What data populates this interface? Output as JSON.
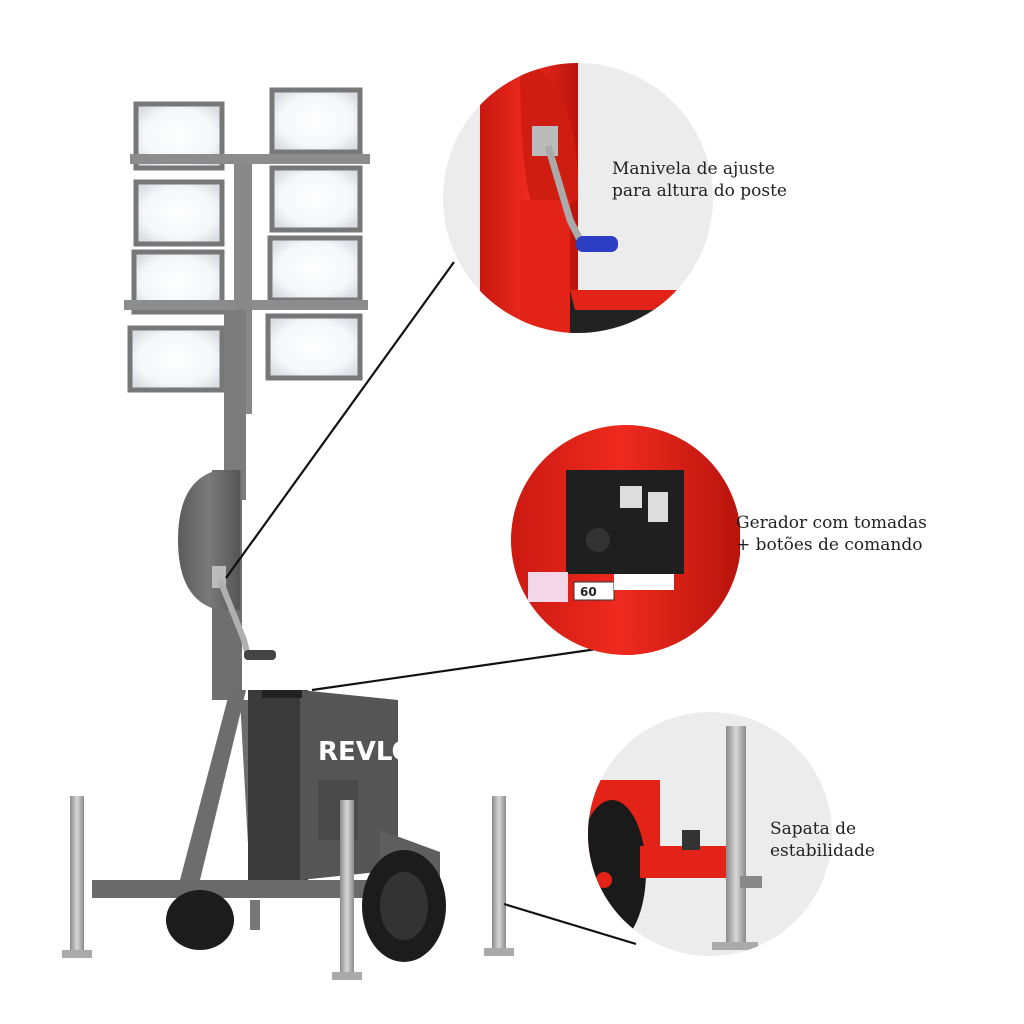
{
  "brand": {
    "logo_text": "REVLO"
  },
  "callouts": [
    {
      "id": "crank",
      "lines": [
        "Manivela de ajuste",
        "para altura do poste"
      ]
    },
    {
      "id": "generator",
      "lines": [
        "Gerador com tomadas",
        "+ botões de comando"
      ]
    },
    {
      "id": "stabilizer",
      "lines": [
        "Sapata de",
        "estabilidade"
      ]
    }
  ],
  "panel_badge": "60",
  "colors": {
    "accent_red": "#e8261c",
    "body_gray": "#6b6b6b",
    "dark": "#2a2a2a",
    "handle_blue": "#2b3ec4",
    "bubble": "#eeeeee"
  },
  "icons": [
    "crank-handle-icon",
    "outlet-panel-icon",
    "stabilizer-jack-icon"
  ]
}
